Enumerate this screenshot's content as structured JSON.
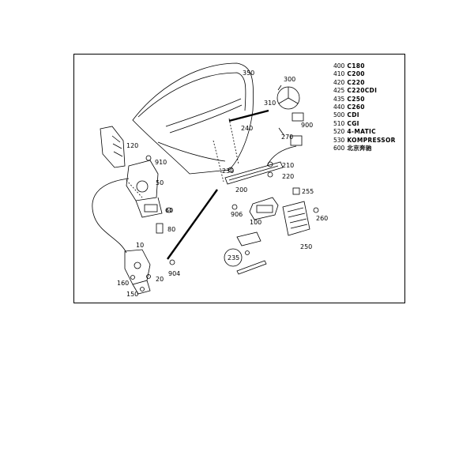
{
  "callouts": {
    "c350": "350",
    "c300": "300",
    "c310": "310",
    "c900": "900",
    "c240": "240",
    "c270": "270",
    "c120": "120",
    "c910": "910",
    "c50": "50",
    "c230": "230",
    "c210": "210",
    "c220": "220",
    "c200": "200",
    "c60": "60",
    "c255": "255",
    "c80": "80",
    "c906": "906",
    "c100": "100",
    "c260": "260",
    "c250": "250",
    "c10": "10",
    "c235": "235",
    "c160": "160",
    "c20": "20",
    "c904": "904",
    "c150": "150"
  },
  "legend": [
    {
      "code": "400",
      "model": "C180"
    },
    {
      "code": "410",
      "model": "C200"
    },
    {
      "code": "420",
      "model": "C220"
    },
    {
      "code": "425",
      "model": "C220CDI"
    },
    {
      "code": "435",
      "model": "C250"
    },
    {
      "code": "440",
      "model": "C260"
    },
    {
      "code": "500",
      "model": "CDI"
    },
    {
      "code": "510",
      "model": "CGI"
    },
    {
      "code": "520",
      "model": "4-MATIC"
    },
    {
      "code": "530",
      "model": "KOMPRESSOR"
    },
    {
      "code": "600",
      "model": "北京奔驰"
    }
  ]
}
